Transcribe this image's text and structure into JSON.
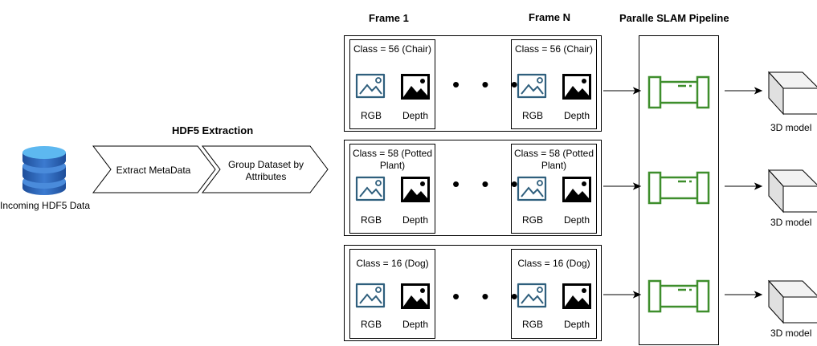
{
  "headings": {
    "hdf5": "HDF5 Extraction",
    "frame1": "Frame 1",
    "frameN": "Frame N",
    "slam": "Paralle SLAM Pipeline"
  },
  "source": {
    "label": "Incoming HDF5 Data",
    "icon": "database-icon"
  },
  "steps": [
    {
      "label": "Extract MetaData"
    },
    {
      "label": "Group Dataset by Attributes"
    }
  ],
  "groups": [
    {
      "class_label": "Class = 56 (Chair)",
      "rgb": "RGB",
      "depth": "Depth",
      "model": "3D model"
    },
    {
      "class_label": "Class = 58 (Potted Plant)",
      "rgb": "RGB",
      "depth": "Depth",
      "model": "3D model"
    },
    {
      "class_label": "Class = 16 (Dog)",
      "rgb": "RGB",
      "depth": "Depth",
      "model": "3D model"
    }
  ],
  "ellipsis": "• • •",
  "colors": {
    "slam_green": "#3E8E2C",
    "image_icon": "#2F5F7D",
    "db_blue": "#2B5EA8"
  }
}
